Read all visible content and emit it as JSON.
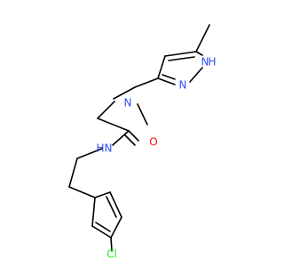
{
  "molecule": {
    "colors": {
      "bond": "#000000",
      "carbon_label": "#000000",
      "nitrogen": "#3050F8",
      "oxygen": "#FF0D0D",
      "chlorine": "#1FF01F"
    },
    "atoms": {
      "n_pyrazole_nh": {
        "element": "N",
        "label": "N"
      },
      "h_pyrazole": {
        "element": "H",
        "label": "H"
      },
      "n_pyrazole": {
        "element": "N",
        "label": "N"
      },
      "n_amine": {
        "element": "N",
        "label": "N"
      },
      "o_amide": {
        "element": "O",
        "label": "O"
      },
      "n_amide": {
        "element": "N",
        "label": "N"
      },
      "h_amide": {
        "element": "H",
        "label": "H"
      },
      "cl": {
        "element": "Cl",
        "label": "Cl"
      }
    }
  }
}
